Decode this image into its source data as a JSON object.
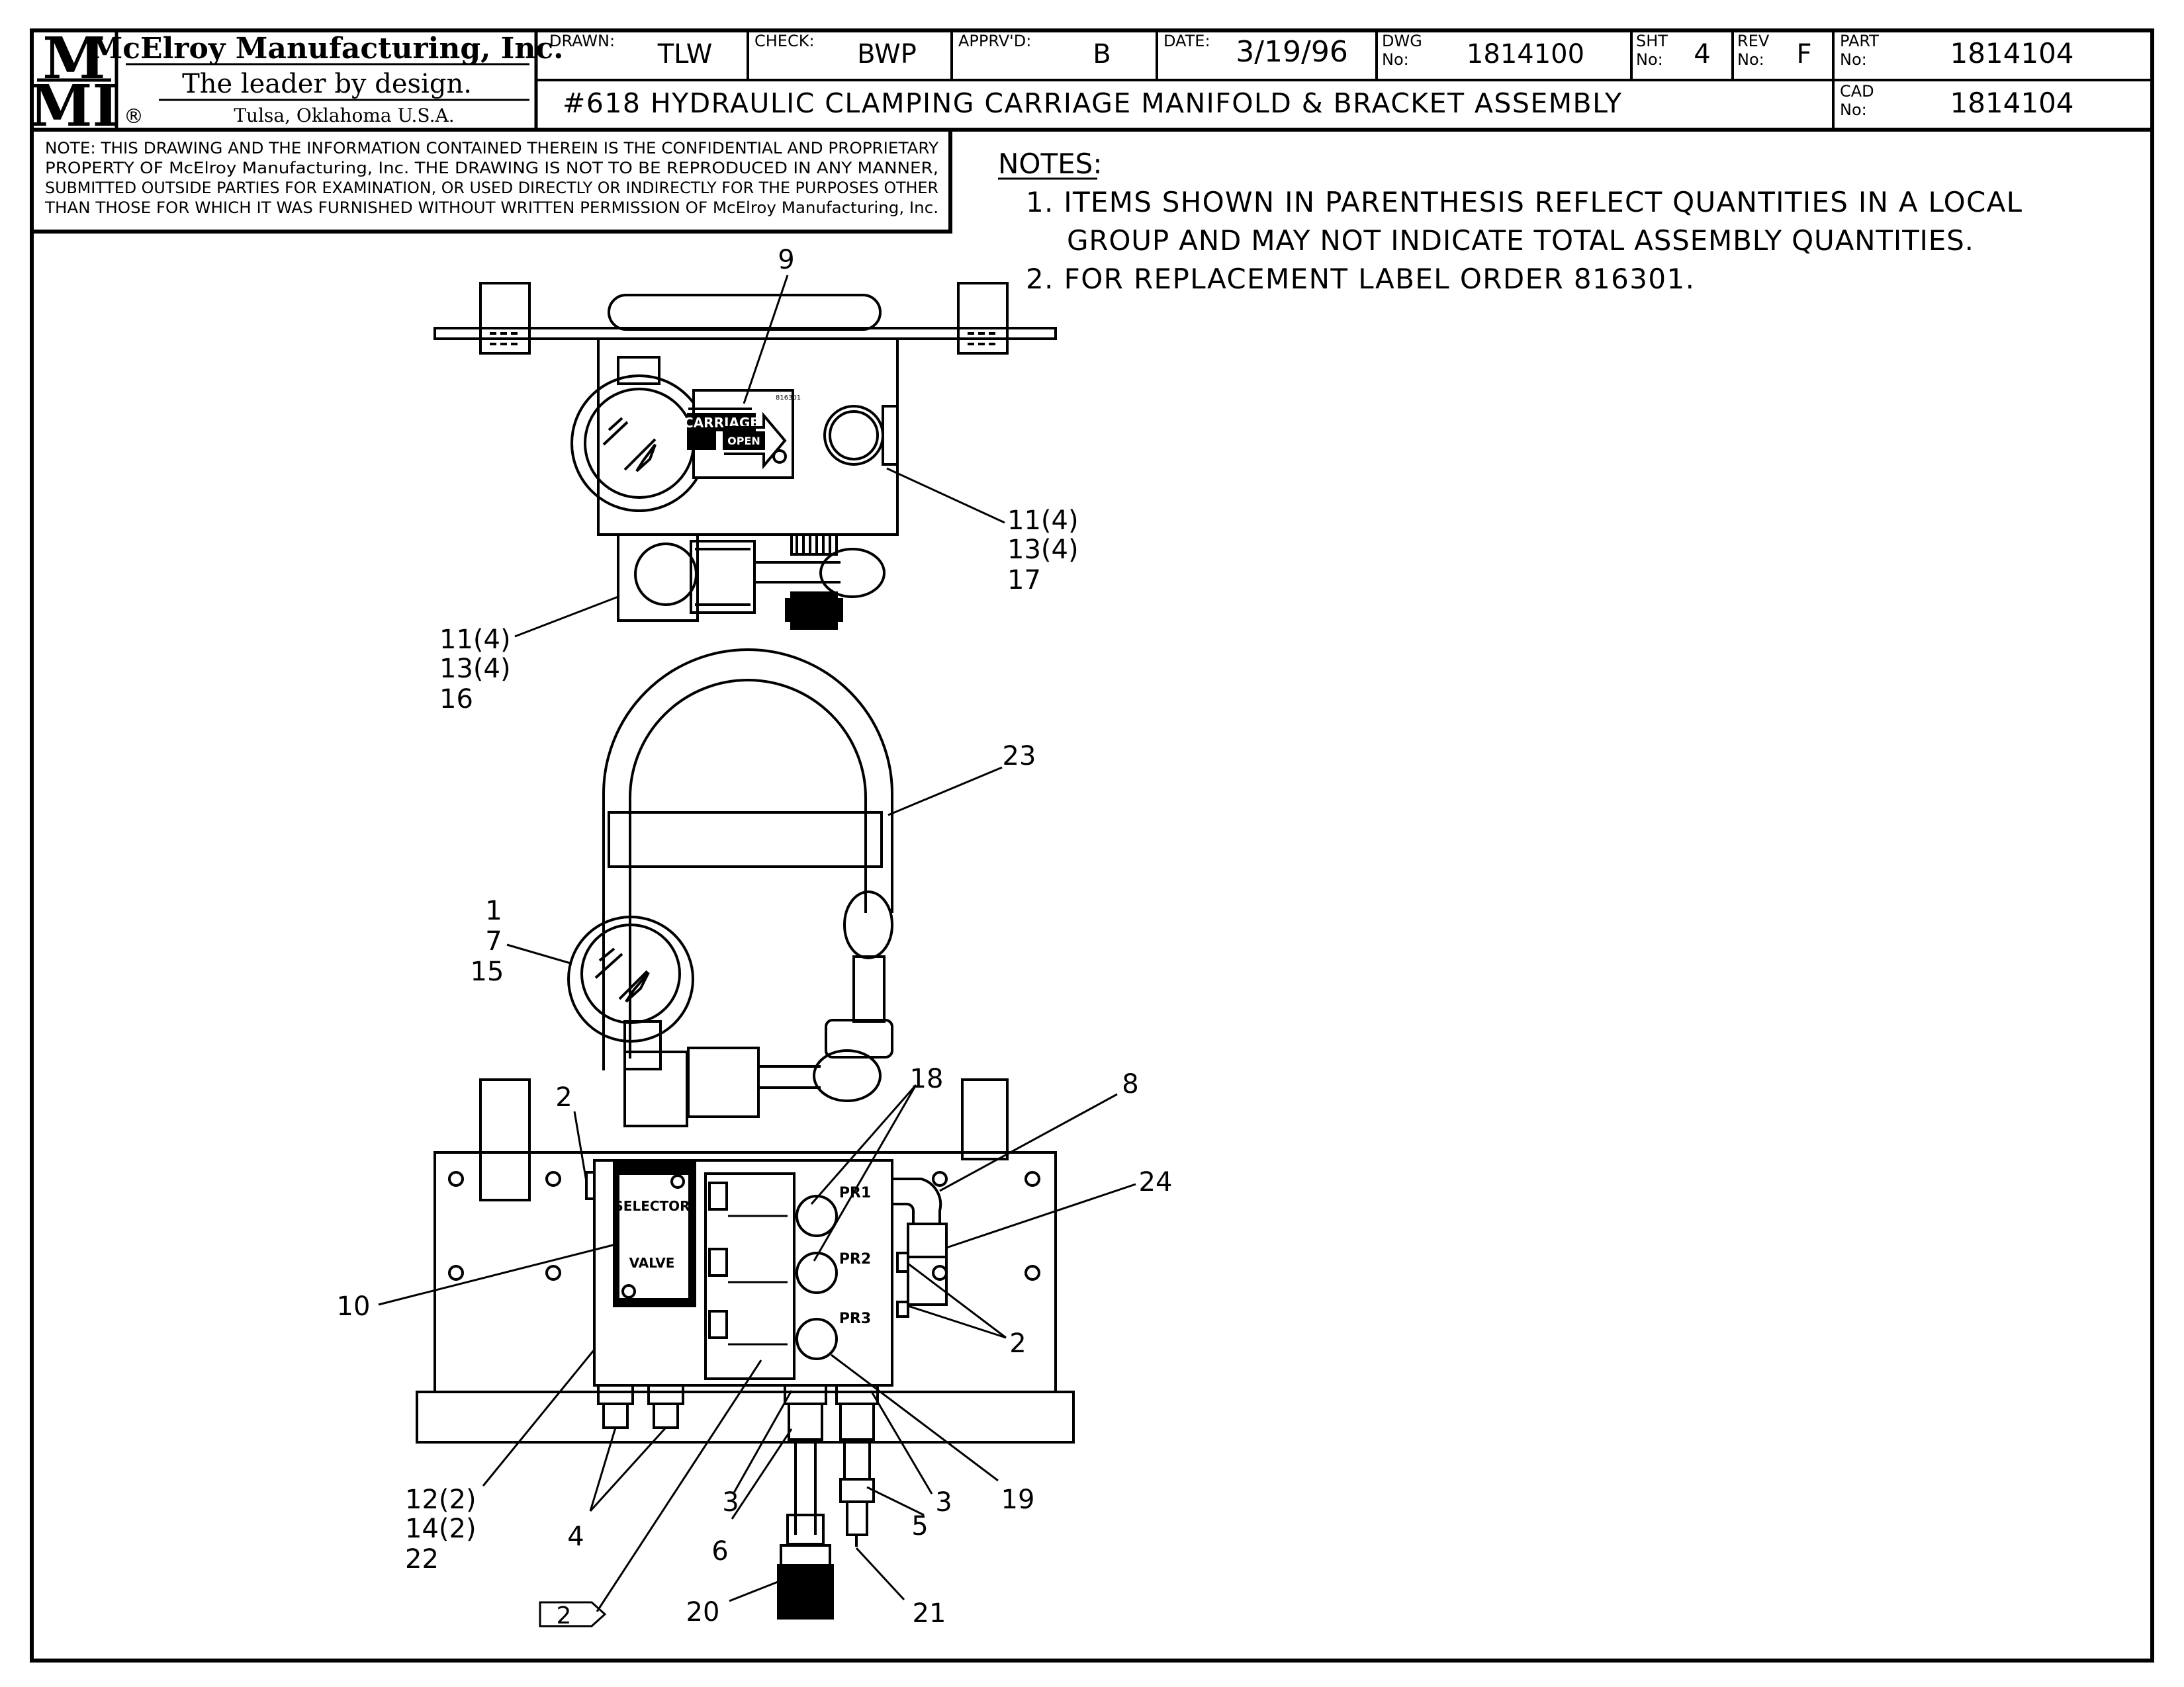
{
  "title_block": {
    "company_name": "McElroy Manufacturing, Inc.",
    "slogan": "The leader by design.",
    "location": "Tulsa, Oklahoma U.S.A.",
    "registered_mark": "®",
    "logo_letters": "MMI",
    "drawn_label": "DRAWN:",
    "drawn_value": "TLW",
    "check_label": "CHECK:",
    "check_value": "BWP",
    "apprvd_label": "APPRV'D:",
    "apprvd_value": "B",
    "date_label": "DATE:",
    "date_value": "3/19/96",
    "dwg_label_1": "DWG",
    "dwg_label_2": "No:",
    "dwg_value": "1814100",
    "sht_label_1": "SHT",
    "sht_label_2": "No:",
    "sht_value": "4",
    "rev_label_1": "REV",
    "rev_label_2": "No:",
    "rev_value": "F",
    "part_label_1": "PART",
    "part_label_2": "No:",
    "part_value": "1814104",
    "cad_label_1": "CAD",
    "cad_label_2": "No:",
    "cad_value": "1814104",
    "drawing_title": "#618 HYDRAULIC CLAMPING CARRIAGE MANIFOLD & BRACKET ASSEMBLY"
  },
  "confidential_notice": [
    "NOTE: THIS DRAWING AND THE INFORMATION CONTAINED THEREIN IS THE CONFIDENTIAL AND PROPRIETARY",
    "PROPERTY OF McElroy Manufacturing, Inc. THE DRAWING IS NOT TO BE REPRODUCED IN ANY MANNER,",
    "SUBMITTED OUTSIDE PARTIES FOR EXAMINATION, OR USED DIRECTLY OR INDIRECTLY FOR THE PURPOSES OTHER",
    "THAN THOSE FOR WHICH IT WAS FURNISHED WITHOUT WRITTEN PERMISSION OF McElroy Manufacturing, Inc."
  ],
  "notes": {
    "heading": "NOTES:",
    "lines": [
      "1. ITEMS SHOWN IN PARENTHESIS REFLECT QUANTITIES IN A LOCAL",
      "GROUP AND MAY NOT INDICATE TOTAL ASSEMBLY QUANTITIES.",
      "2. FOR REPLACEMENT LABEL ORDER 816301."
    ]
  },
  "labels": {
    "carriage": "CARRIAGE",
    "open": "OPEN",
    "label_code": "816301",
    "selector": "SELECTOR",
    "valve": "VALVE",
    "pr1": "PR1",
    "pr2": "PR2",
    "pr3": "PR3",
    "flag_note": "2"
  },
  "callouts": {
    "c9": "9",
    "c11a": "11(4)",
    "c13a": "13(4)",
    "c17": "17",
    "c11b": "11(4)",
    "c13b": "13(4)",
    "c16": "16",
    "c23": "23",
    "c1": "1",
    "c7": "7",
    "c15": "15",
    "c18": "18",
    "c8": "8",
    "c24": "24",
    "c2a": "2",
    "c2b": "2",
    "c10": "10",
    "c12": "12(2)",
    "c14": "14(2)",
    "c22": "22",
    "c4": "4",
    "c3a": "3",
    "c3b": "3",
    "c6": "6",
    "c5": "5",
    "c19": "19",
    "c20": "20",
    "c21": "21"
  }
}
